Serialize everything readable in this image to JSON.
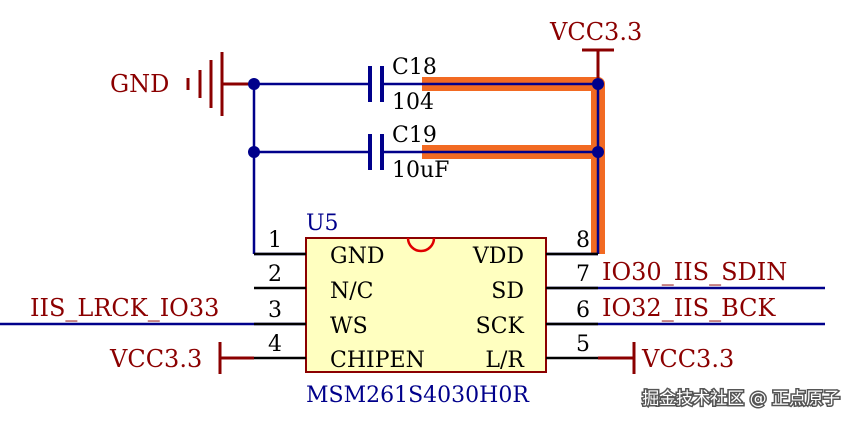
{
  "nets": {
    "gnd": "GND",
    "vcc_top": "VCC3.3",
    "vcc_left": "VCC3.3",
    "vcc_right": "VCC3.3",
    "iis_lrck": "IIS_LRCK_IO33",
    "iis_sdin": "IO30_IIS_SDIN",
    "iis_bck": "IO32_IIS_BCK"
  },
  "capacitors": [
    {
      "ref": "C18",
      "value": "104"
    },
    {
      "ref": "C19",
      "value": "10uF"
    }
  ],
  "ic": {
    "ref": "U5",
    "part": "MSM261S4030H0R",
    "left_pins": [
      {
        "num": "1",
        "name": "GND"
      },
      {
        "num": "2",
        "name": "N/C"
      },
      {
        "num": "3",
        "name": "WS"
      },
      {
        "num": "4",
        "name": "CHIPEN"
      }
    ],
    "right_pins": [
      {
        "num": "8",
        "name": "VDD"
      },
      {
        "num": "7",
        "name": "SD"
      },
      {
        "num": "6",
        "name": "SCK"
      },
      {
        "num": "5",
        "name": "L/R"
      }
    ]
  },
  "watermark": "掘金技术社区 @ 正点原子",
  "colors": {
    "wire": "#00008b",
    "power": "#8b0000",
    "highlight": "#f26a22",
    "ic_fill": "#ffffc0",
    "ic_border": "#8b0000"
  }
}
